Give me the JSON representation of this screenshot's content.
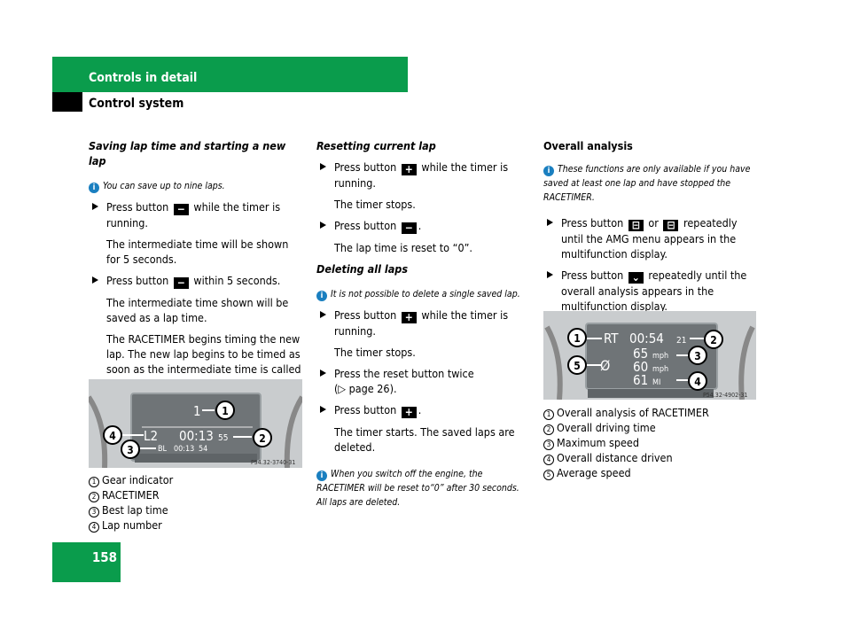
{
  "header": {
    "title": "Controls in detail",
    "subtitle": "Control system"
  },
  "page_number": "158",
  "col1": {
    "heading": "Saving lap time and starting a new lap",
    "note": "You can save up to nine laps.",
    "step1_a": "Press button",
    "step1_b": "while the timer is running.",
    "step1_detail": "The intermediate time will be shown for 5 seconds.",
    "step2_a": "Press button",
    "step2_b": "within 5 seconds.",
    "step2_detail1": "The intermediate time shown will be saved as a lap time.",
    "step2_detail2": "The RACETIMER begins timing the new lap. The new lap begins to be timed as soon as the intermediate time is called up.",
    "figure": {
      "gear": "1",
      "lap": "L2",
      "time": "00:13",
      "secs": "55",
      "bl": "BL",
      "bl_time": "00:13",
      "bl_secs": "54",
      "code": "P54.32-3740-31"
    },
    "legend": [
      "Gear indicator",
      "RACETIMER",
      "Best lap time",
      "Lap number"
    ]
  },
  "col2": {
    "heading1": "Resetting current lap",
    "step1_a": "Press button",
    "step1_b": "while the timer is running.",
    "step1_detail": "The timer stops.",
    "step2_a": "Press button",
    "step2_detail": "The lap time is reset to “0”.",
    "heading2": "Deleting all laps",
    "note1": "It is not possible to delete a single saved lap.",
    "step3_a": "Press button",
    "step3_b": "while the timer is running.",
    "step3_detail": "The timer stops.",
    "step4": "Press the reset button twice",
    "step4_ref": "(▷ page 26).",
    "step5_a": "Press button",
    "step5_detail": "The timer starts. The saved laps are deleted.",
    "note2": "When you switch off the engine, the RACETIMER will be reset to“0” after 30 seconds. All laps are deleted."
  },
  "col3": {
    "heading": "Overall analysis",
    "note": "These functions are only available if you have saved at least one lap and have stopped the RACETIMER.",
    "step1_a": "Press button",
    "step1_or": "or",
    "step1_b": "repeatedly until the AMG menu appears in the multifunction display.",
    "step2_a": "Press button",
    "step2_b": "repeatedly until the overall analysis appears in the multifunction display.",
    "figure": {
      "rt": "RT",
      "time": "00:54",
      "small": "21",
      "v1": "65",
      "v2": "60",
      "v3": "61",
      "u1": "mph",
      "u2": "mph",
      "u3": "MI",
      "avg": "Ø",
      "code": "P54.32-4902-31"
    },
    "legend": [
      "Overall analysis of RACETIMER",
      "Overall driving time",
      "Maximum speed",
      "Overall distance driven",
      "Average speed"
    ]
  },
  "keys": {
    "minus": "−",
    "plus": "+",
    "prev": "⊟",
    "next": "⊟",
    "down": "⌄",
    "info": "i"
  },
  "colors": {
    "green": "#0a9c4c",
    "info_blue": "#1a7fc0"
  }
}
